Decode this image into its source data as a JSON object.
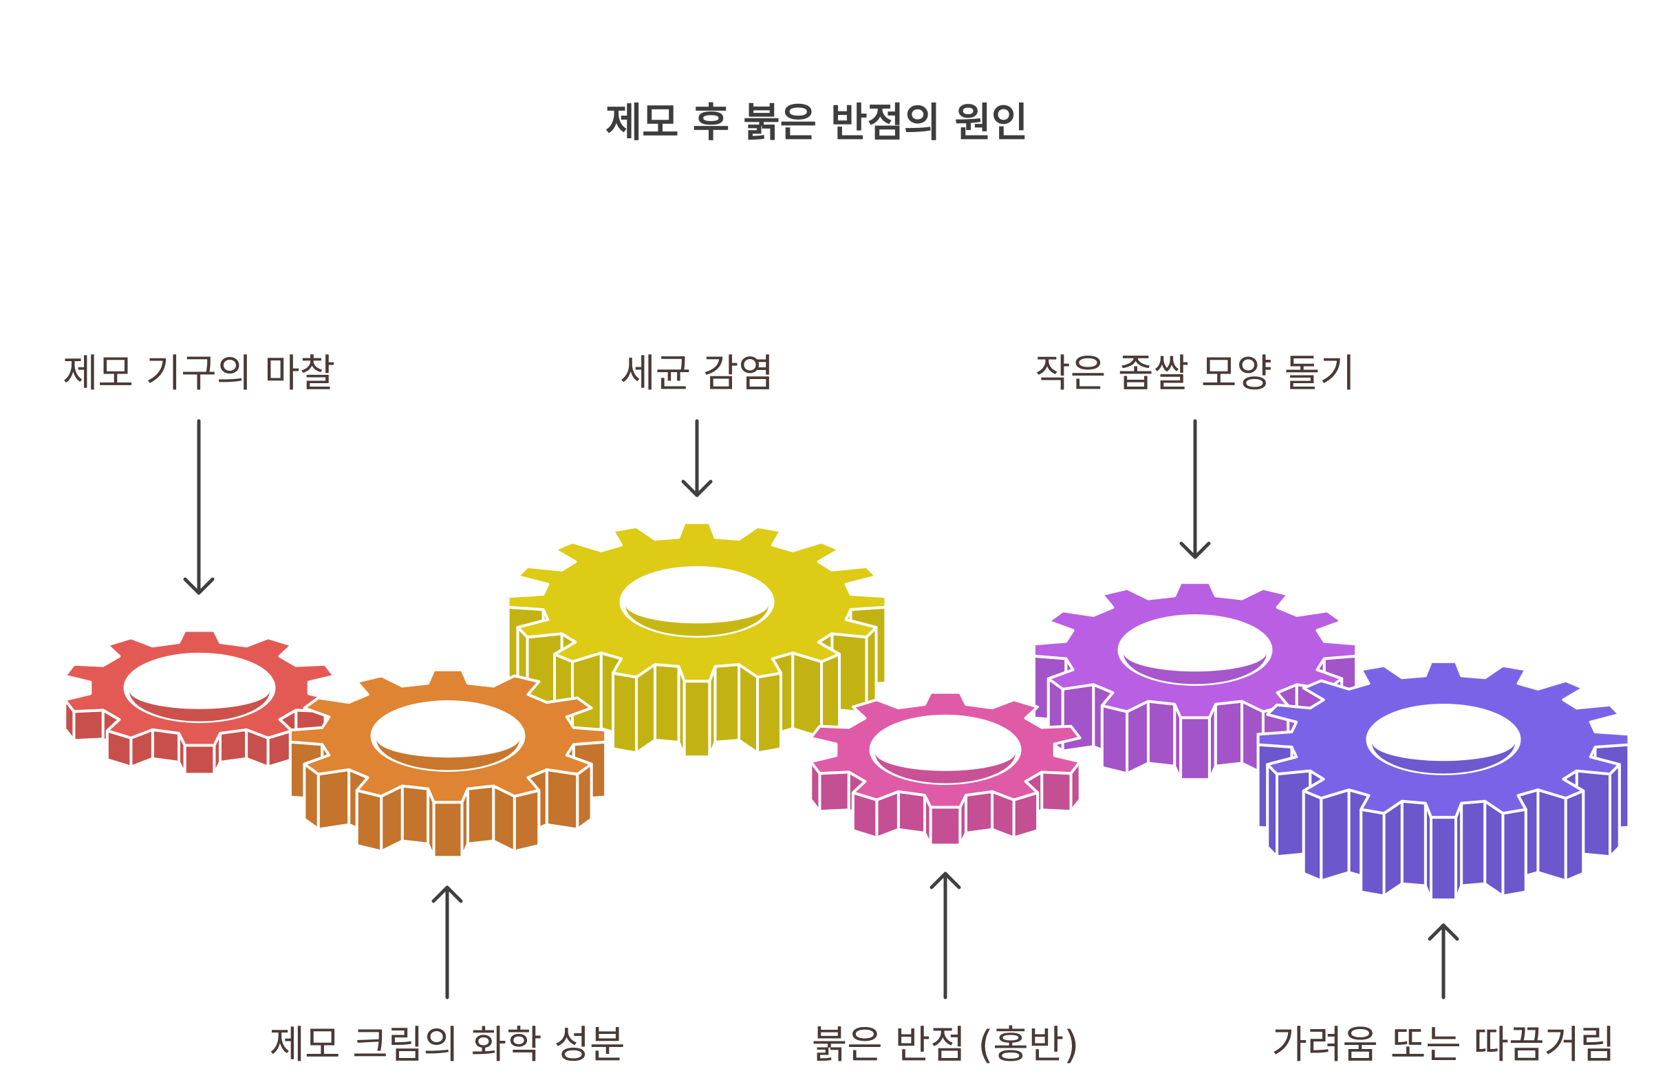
{
  "title": "제모 후 붉은 반점의 원인",
  "colors": {
    "gear_friction": "#e35a55",
    "gear_cream": "#df8432",
    "gear_infection": "#ddcb16",
    "gear_redspots": "#df5aa7",
    "gear_bumps": "#b95fe3",
    "gear_itch": "#7b63e8",
    "arrow": "#3f3f3f",
    "text": "#4a3a36"
  },
  "labels": {
    "friction": "제모 기구의 마찰",
    "infection": "세균 감염",
    "bumps": "작은 좁쌀 모양 돌기",
    "cream": "제모 크림의 화학 성분",
    "redspots": "붉은 반점 (홍반)",
    "itch": "가려움 또는 따끔거림"
  }
}
